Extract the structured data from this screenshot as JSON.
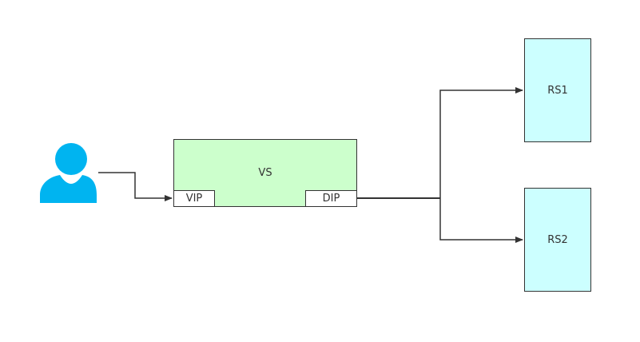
{
  "diagram": {
    "nodes": {
      "vs": {
        "label": "VS"
      },
      "vip": {
        "label": "VIP"
      },
      "dip": {
        "label": "DIP"
      },
      "rs1": {
        "label": "RS1"
      },
      "rs2": {
        "label": "RS2"
      }
    },
    "colors": {
      "user": "#00b4f0",
      "vs_fill": "#ccffcc",
      "rs_fill": "#ccffff",
      "stroke": "#333333"
    }
  }
}
